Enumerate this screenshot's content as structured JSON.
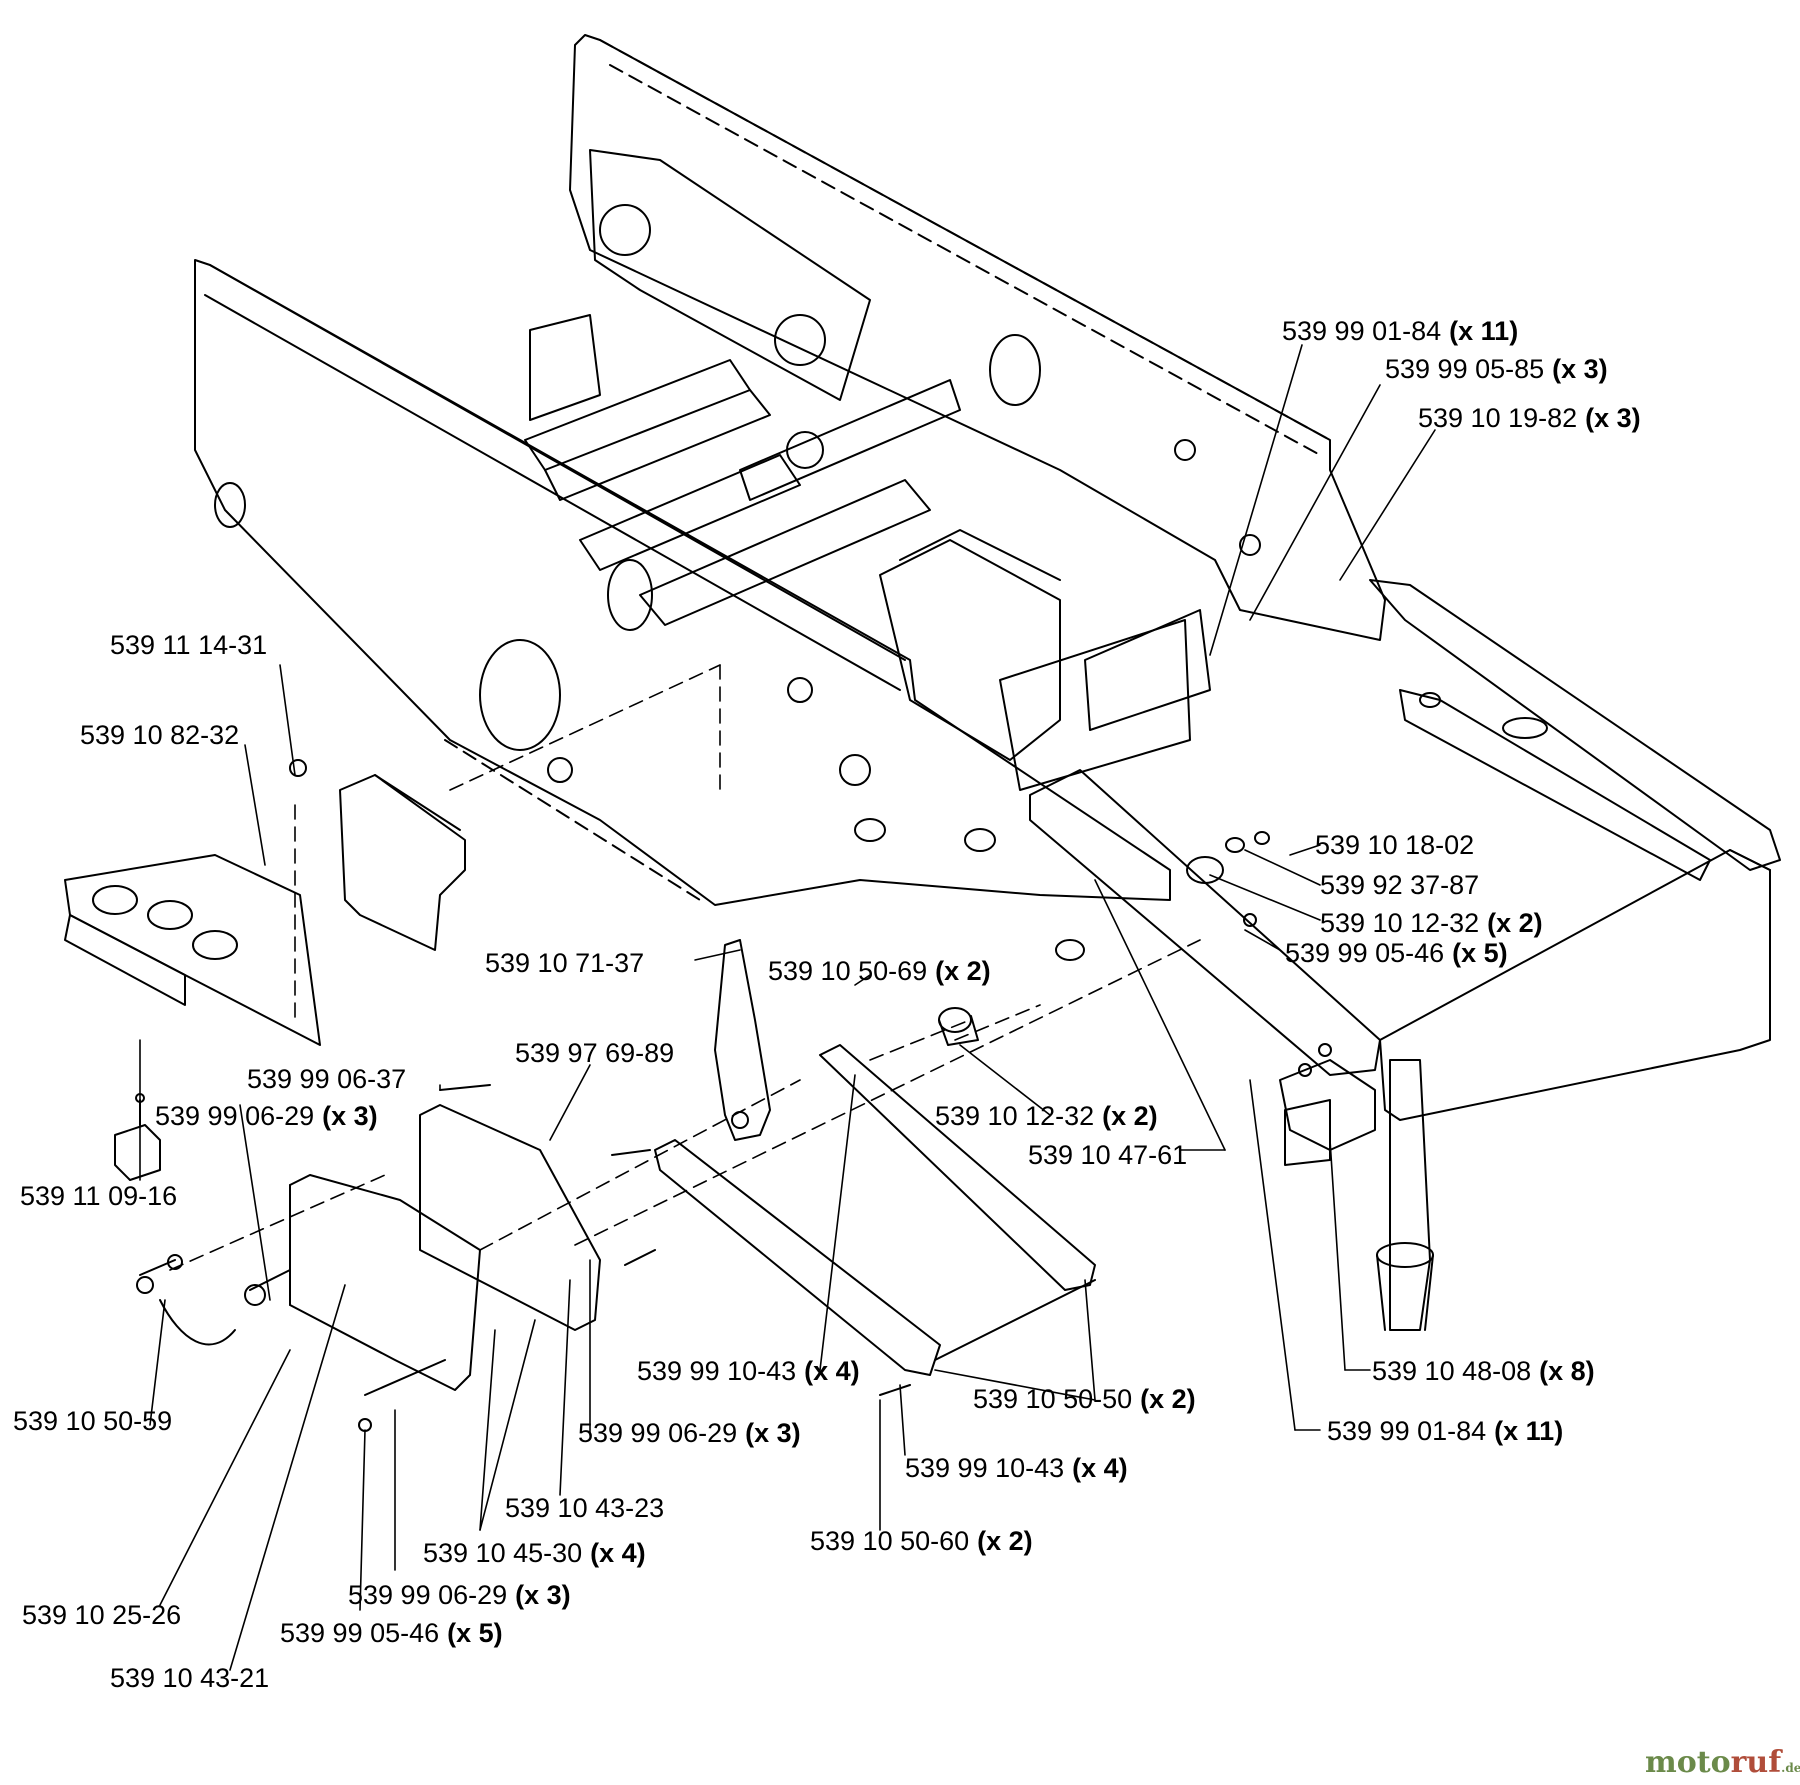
{
  "labels": [
    {
      "id": "l1",
      "part": "539 99 01-84",
      "qty": "(x 11)"
    },
    {
      "id": "l2",
      "part": "539 99 05-85",
      "qty": "(x 3)"
    },
    {
      "id": "l3",
      "part": "539 10 19-82",
      "qty": "(x 3)"
    },
    {
      "id": "l4",
      "part": "539 11 14-31",
      "qty": ""
    },
    {
      "id": "l5",
      "part": "539 10 82-32",
      "qty": ""
    },
    {
      "id": "l6",
      "part": "539 10 18-02",
      "qty": ""
    },
    {
      "id": "l7",
      "part": "539 92 37-87",
      "qty": ""
    },
    {
      "id": "l8",
      "part": "539 10 12-32",
      "qty": "(x 2)"
    },
    {
      "id": "l9",
      "part": "539 99 05-46",
      "qty": "(x 5)"
    },
    {
      "id": "l10",
      "part": "539 10 71-37",
      "qty": ""
    },
    {
      "id": "l11",
      "part": "539 10 50-69",
      "qty": "(x 2)"
    },
    {
      "id": "l12",
      "part": "539 97 69-89",
      "qty": ""
    },
    {
      "id": "l13",
      "part": "539 99 06-37",
      "qty": ""
    },
    {
      "id": "l14",
      "part": "539 99 06-29",
      "qty": "(x 3)"
    },
    {
      "id": "l15",
      "part": "539 10 12-32",
      "qty": "(x 2)"
    },
    {
      "id": "l16",
      "part": "539 10 47-61",
      "qty": ""
    },
    {
      "id": "l17",
      "part": "539 11 09-16",
      "qty": ""
    },
    {
      "id": "l18",
      "part": "539 10 48-08",
      "qty": "(x 8)"
    },
    {
      "id": "l19",
      "part": "539 99 10-43",
      "qty": "(x 4)"
    },
    {
      "id": "l20",
      "part": "539 10 50-50",
      "qty": "(x 2)"
    },
    {
      "id": "l21",
      "part": "539 10 50-59",
      "qty": ""
    },
    {
      "id": "l22",
      "part": "539 99 06-29",
      "qty": "(x 3)"
    },
    {
      "id": "l23",
      "part": "539 99 01-84",
      "qty": "(x 11)"
    },
    {
      "id": "l24",
      "part": "539 99 10-43",
      "qty": "(x 4)"
    },
    {
      "id": "l25",
      "part": "539 10 43-23",
      "qty": ""
    },
    {
      "id": "l26",
      "part": "539 10 45-30",
      "qty": "(x 4)"
    },
    {
      "id": "l27",
      "part": "539 10 50-60",
      "qty": "(x 2)"
    },
    {
      "id": "l28",
      "part": "539 99 06-29",
      "qty": "(x 3)"
    },
    {
      "id": "l29",
      "part": "539 10 25-26",
      "qty": ""
    },
    {
      "id": "l30",
      "part": "539 99 05-46",
      "qty": "(x 5)"
    },
    {
      "id": "l31",
      "part": "539 10 43-21",
      "qty": ""
    }
  ],
  "watermark": {
    "part1": "moto",
    "part2": "ruf",
    "part3": ".de"
  }
}
